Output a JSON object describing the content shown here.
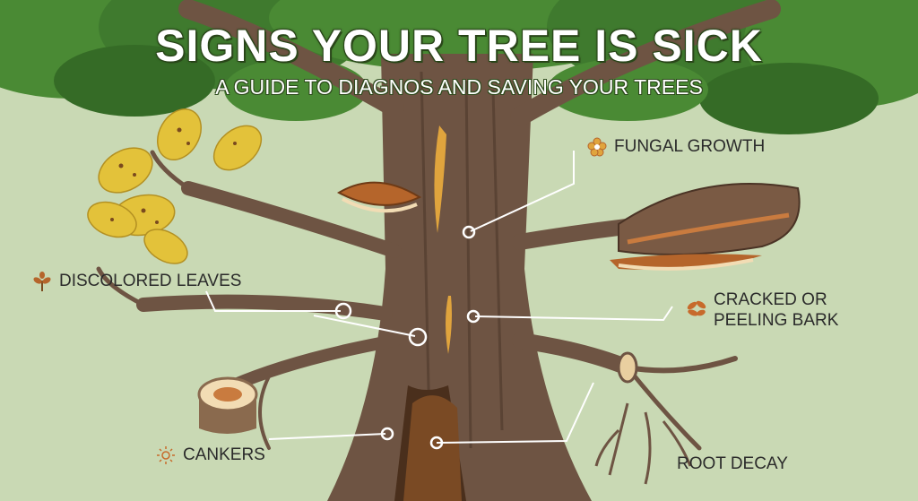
{
  "header": {
    "title": "SIGNS YOUR TREE IS SICK",
    "subtitle": "A GUIDE TO DIAGNOS AND SAVING YOUR TREES"
  },
  "labels": {
    "fungal_growth": "FUNGAL GROWTH",
    "discolored_leaves": "DISCOLORED LEAVES",
    "cracked_line1": "CRACKED OR",
    "cracked_line2": "PEELING BARK",
    "cankers": "CANKERS",
    "root_decay": "ROOT DECAY"
  },
  "icons": {
    "fungal_growth": "flower-icon",
    "discolored_leaves": "sprout-icon",
    "cracked_bark": "leaf-cluster-icon",
    "cankers": "sun-icon"
  },
  "colors": {
    "background": "#c9d9b4",
    "trunk": "#6e5443",
    "foliage": "#3f7a2e",
    "sick_leaf": "#e3c23a",
    "fungus": "#b5652b",
    "accent_icon": "#c76a2b"
  }
}
